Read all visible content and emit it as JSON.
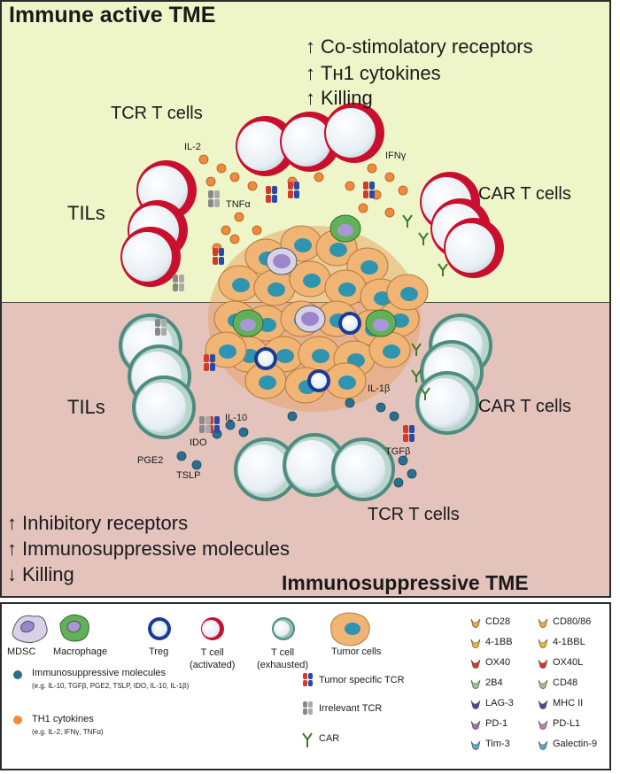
{
  "top": {
    "title": "Immune active TME",
    "effects": [
      {
        "arrow": "↑",
        "text": "Co-stimolatory receptors"
      },
      {
        "arrow": "↑",
        "text": "Tʜ1 cytokines"
      },
      {
        "arrow": "↑",
        "text": "Killing"
      }
    ],
    "labels": {
      "tcr": "TCR T cells",
      "tils": "TILs",
      "car": "CAR T cells",
      "il2": "IL-2",
      "ifng": "IFNγ",
      "tnfa": "TNFα"
    }
  },
  "bottom": {
    "title": "Immunosuppressive TME",
    "effects": [
      {
        "arrow": "↑",
        "text": "Inhibitory receptors"
      },
      {
        "arrow": "↑",
        "text": "Immunosuppressive molecules"
      },
      {
        "arrow": "↓",
        "text": "Killing"
      }
    ],
    "labels": {
      "tils": "TILs",
      "car": "CAR T cells",
      "tcr": "TCR T cells",
      "il10": "IL-10",
      "il1b": "IL-1β",
      "ido": "IDO",
      "pge2": "PGE2",
      "tslp": "TSLP",
      "tgfb": "TGFβ"
    }
  },
  "legend": {
    "cells": [
      {
        "label": "MDSC",
        "icon": "mdsc-icon"
      },
      {
        "label": "Macrophage",
        "icon": "macrophage-icon"
      },
      {
        "label": "Treg",
        "icon": "treg-icon"
      },
      {
        "label": "T cell\n(activated)",
        "icon": "activated-tcell-icon"
      },
      {
        "label": "T cell\n(exhausted)",
        "icon": "exhausted-tcell-icon"
      },
      {
        "label": "Tumor cells",
        "icon": "tumor-cell-icon"
      }
    ],
    "molecules": [
      {
        "label": "Immunosuppressive molecules",
        "note": "(e.g. IL-10, TGFβ, PGE2, TSLP, IDO, IL-10, IL-1β)",
        "color": "#2a6f8f"
      },
      {
        "label": "TH1 cytokines",
        "note": "(e.g. IL-2, IFNγ, TNFα)",
        "color": "#f08a3c"
      }
    ],
    "receptors": [
      {
        "label": "Tumor specific TCR",
        "icon": "tumor-tcr-icon"
      },
      {
        "label": "Irrelevant TCR",
        "icon": "irrelevant-tcr-icon"
      },
      {
        "label": "CAR",
        "icon": "car-icon"
      }
    ],
    "pairs_left": [
      {
        "label": "CD28",
        "color": "#f0a830"
      },
      {
        "label": "4-1BB",
        "color": "#f0b820"
      },
      {
        "label": "OX40",
        "color": "#d23a2a"
      },
      {
        "label": "2B4",
        "color": "#9bc48b"
      },
      {
        "label": "LAG-3",
        "color": "#4a4a9a"
      },
      {
        "label": "PD-1",
        "color": "#9a72a8"
      },
      {
        "label": "Tim-3",
        "color": "#58a8c8"
      }
    ],
    "pairs_right": [
      {
        "label": "CD80/86",
        "color": "#f0a830"
      },
      {
        "label": "4-1BBL",
        "color": "#f0b820"
      },
      {
        "label": "OX40L",
        "color": "#d23a2a"
      },
      {
        "label": "CD48",
        "color": "#9bc48b"
      },
      {
        "label": "MHC II",
        "color": "#4a4a9a"
      },
      {
        "label": "PD-L1",
        "color": "#c07ab8"
      },
      {
        "label": "Galectin-9",
        "color": "#58a8c8"
      }
    ]
  },
  "colors": {
    "top_bg": "#eef6c9",
    "bottom_bg": "#e4c3bd",
    "activated": "#c8102e",
    "exhausted": "#4f8c80",
    "tumor": "#f0b474",
    "nucleus": "#2f94b0"
  }
}
